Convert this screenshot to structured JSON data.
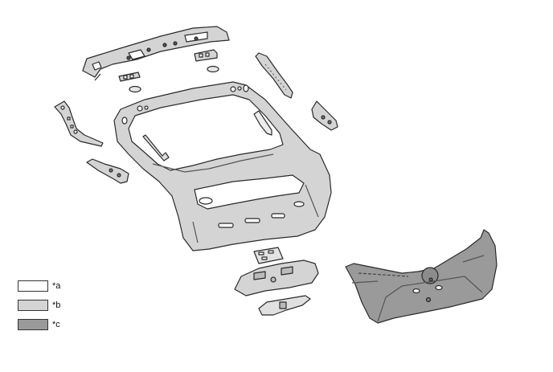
{
  "diagram": {
    "type": "exploded-parts-view",
    "subject": "back door (liftgate) panel assembly",
    "parts": [
      {
        "id": "upper-spoiler-reinforcement",
        "shade": "b"
      },
      {
        "id": "upper-bracket-left",
        "shade": "b"
      },
      {
        "id": "upper-bracket-right",
        "shade": "b"
      },
      {
        "id": "upper-clip-left",
        "shade": "b"
      },
      {
        "id": "upper-clip-right",
        "shade": "b"
      },
      {
        "id": "left-hinge-reinforcement",
        "shade": "b"
      },
      {
        "id": "left-lower-bracket",
        "shade": "b"
      },
      {
        "id": "right-upper-rail",
        "shade": "b"
      },
      {
        "id": "right-hinge-bracket",
        "shade": "b"
      },
      {
        "id": "back-door-inner-panel",
        "shade": "b"
      },
      {
        "id": "window-frame-brace-left",
        "shade": "b"
      },
      {
        "id": "window-frame-brace-right",
        "shade": "b"
      },
      {
        "id": "lock-reinforcement-plate",
        "shade": "b"
      },
      {
        "id": "lock-reinforcement",
        "shade": "b"
      },
      {
        "id": "lower-latch-bracket",
        "shade": "b"
      },
      {
        "id": "back-door-outer-panel",
        "shade": "c"
      }
    ]
  },
  "legend": {
    "items": [
      {
        "key": "a",
        "label": "*a",
        "color": "#ffffff"
      },
      {
        "key": "b",
        "label": "*b",
        "color": "#d4d4d4"
      },
      {
        "key": "c",
        "label": "*c",
        "color": "#9a9a9a"
      }
    ]
  },
  "colors": {
    "outline": "#2a2a2a",
    "light_part": "#d4d4d4",
    "dark_part": "#9a9a9a",
    "background": "#ffffff"
  }
}
